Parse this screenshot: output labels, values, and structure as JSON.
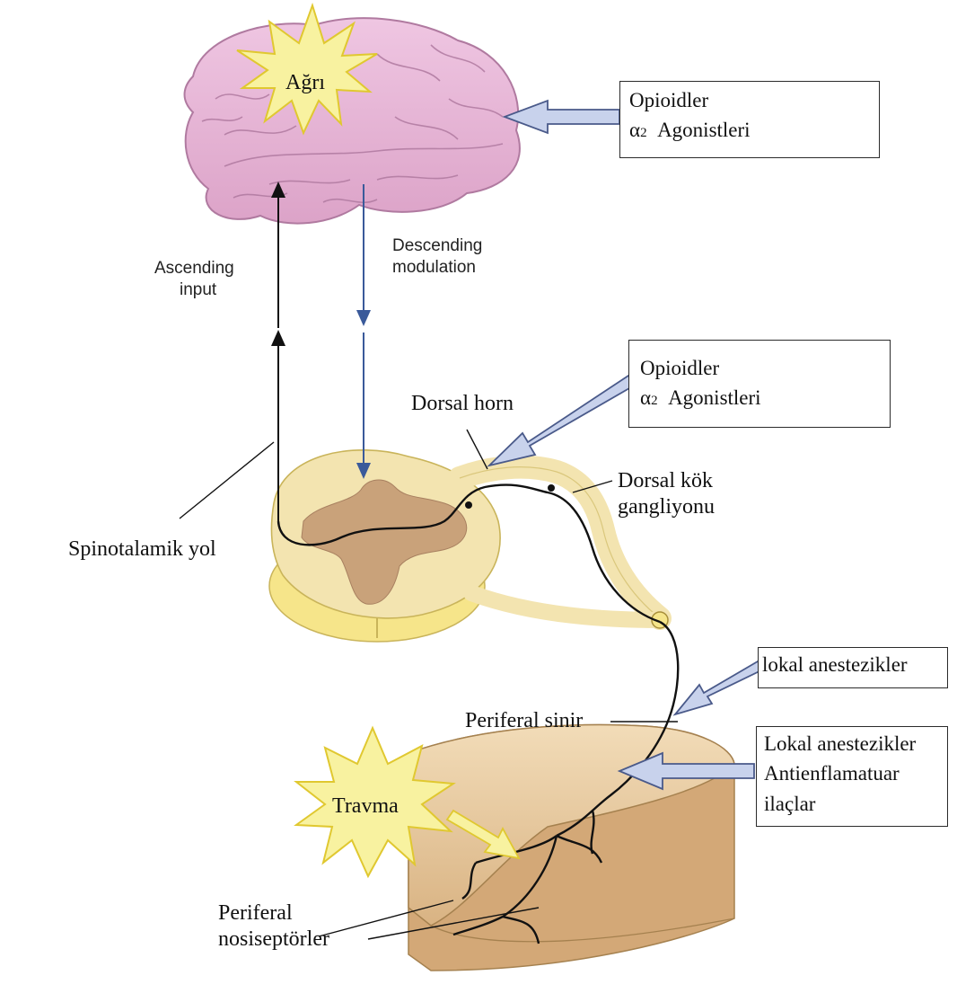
{
  "labels": {
    "pain": "Ağrı",
    "trauma": "Travma",
    "ascending_1": "Ascending",
    "ascending_2": "input",
    "descending_1": "Descending",
    "descending_2": "modulation",
    "dorsal_horn": "Dorsal horn",
    "drg_1": "Dorsal kök",
    "drg_2": "gangliyonu",
    "spinothalamic": "Spinotalamik yol",
    "peripheral_nerve": "Periferal sinir",
    "nociceptors_1": "Periferal",
    "nociceptors_2": "nosiseptörler"
  },
  "boxes": {
    "brain": {
      "line1": "Opioidler",
      "alpha": "α",
      "alpha_sub": "2",
      "line2_rest": "Agonistleri"
    },
    "dorsal": {
      "line1": "Opioidler",
      "alpha": "α",
      "alpha_sub": "2",
      "line2_rest": "Agonistleri"
    },
    "nerve": {
      "line1": "lokal anestezikler"
    },
    "skin": {
      "line1": "Lokal anestezikler",
      "line2": "Antienflamatuar",
      "line3": "ilaçlar"
    }
  },
  "colors": {
    "brain_fill": "#e8b4d6",
    "brain_stroke": "#b07aa0",
    "starburst": "#f8f2a0",
    "cord_fill": "#f3e4b0",
    "gray_matter": "#c9a27a",
    "skin_fill": "#e6c9a0",
    "drug_arrow_fill": "#c8d2ec",
    "drug_arrow_stroke": "#4a5a8a",
    "descending_arrow": "#3a5a9a"
  }
}
